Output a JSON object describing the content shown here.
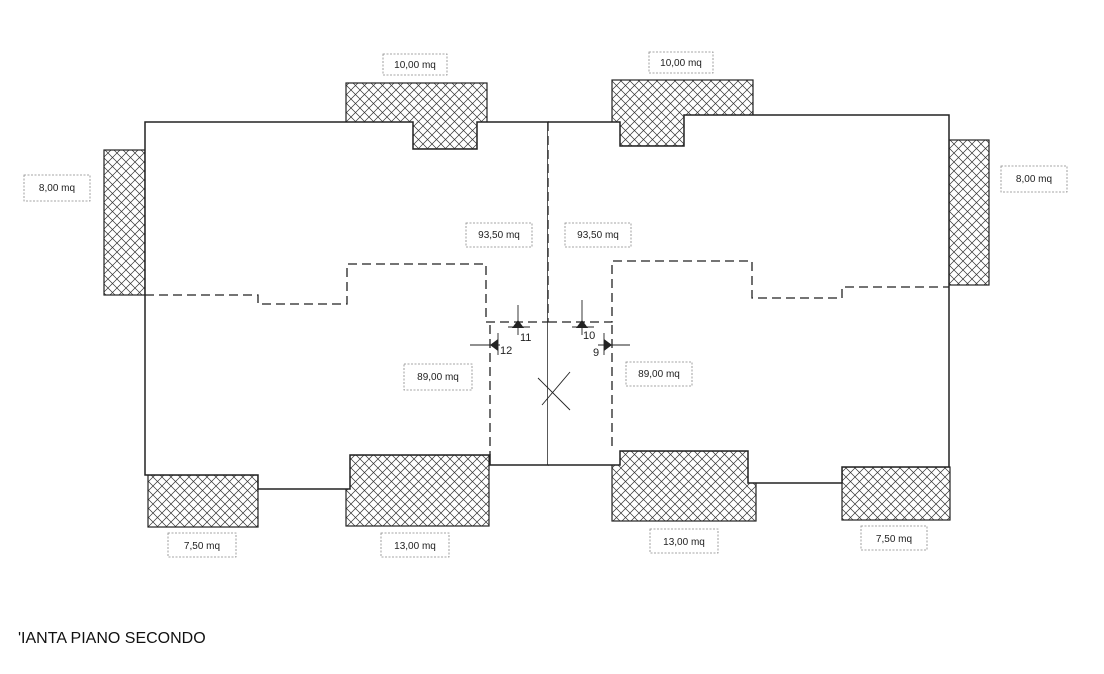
{
  "title": "'IANTA PIANO SECONDO",
  "areas": {
    "balcony_top_left": "10,00 mq",
    "balcony_top_right": "10,00 mq",
    "balcony_left": "8,00 mq",
    "balcony_right": "8,00 mq",
    "apt_top_left": "93,50 mq",
    "apt_top_right": "93,50 mq",
    "apt_bottom_left": "89,00 mq",
    "apt_bottom_right": "89,00 mq",
    "balcony_bottom_left_small": "7,50 mq",
    "balcony_bottom_left_large": "13,00 mq",
    "balcony_bottom_right_large": "13,00 mq",
    "balcony_bottom_right_small": "7,50 mq"
  },
  "section_markers": [
    "12",
    "11",
    "10",
    "9"
  ]
}
